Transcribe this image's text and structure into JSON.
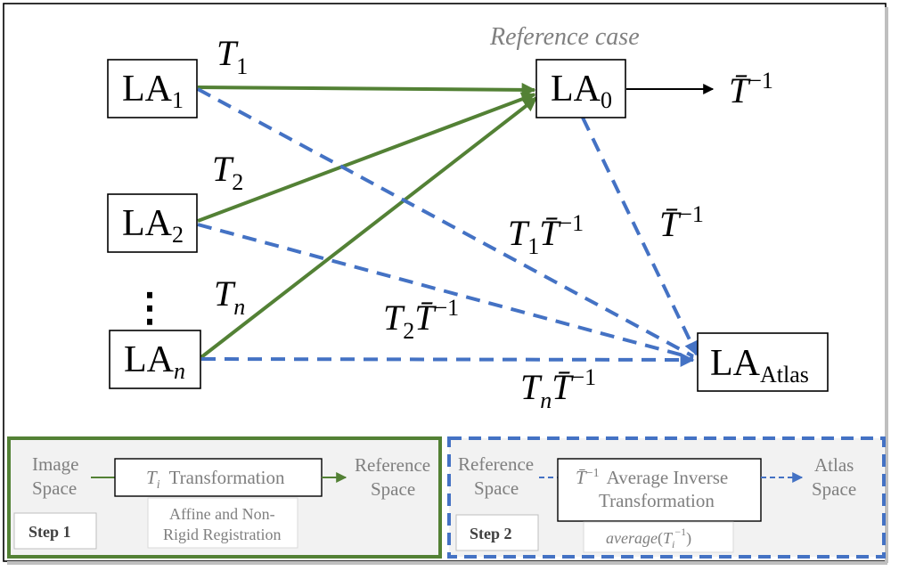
{
  "diagram": {
    "reference_label": "Reference case",
    "nodes": {
      "la1": {
        "base": "LA",
        "sub": "1"
      },
      "la2": {
        "base": "LA",
        "sub": "2"
      },
      "lan": {
        "base": "LA",
        "sub": "n"
      },
      "la0": {
        "base": "LA",
        "sub": "0"
      },
      "atlas": {
        "base": "LA",
        "sub": "Atlas"
      }
    },
    "vdots": "⋮",
    "edges": {
      "t1": {
        "base": "T",
        "sub": "1"
      },
      "t2": {
        "base": "T",
        "sub": "2"
      },
      "tn": {
        "base": "T",
        "sub": "n"
      },
      "t1inv": {
        "base": "T",
        "sub": "1",
        "mid": "T̄",
        "sup": "−1"
      },
      "t2inv": {
        "base": "T",
        "sub": "2",
        "mid": "T̄",
        "sup": "−1"
      },
      "tninv": {
        "base": "T",
        "sub": "n",
        "mid": "T̄",
        "sup": "−1"
      },
      "tbar_inv": {
        "base": "T̄",
        "sup": "−1"
      },
      "tbar_inv_out": {
        "base": "T̄",
        "sup": "−1"
      }
    }
  },
  "step1": {
    "from_line1": "Image",
    "from_line2": "Space",
    "box_symbol": "T",
    "box_symbol_sub": "i",
    "box_label": "Transformation",
    "to_line1": "Reference",
    "to_line2": "Space",
    "note_line1": "Affine and Non-",
    "note_line2": "Rigid Registration",
    "step_label": "Step 1"
  },
  "step2": {
    "from_line1": "Reference",
    "from_line2": "Space",
    "box_symbol": "T̄",
    "box_symbol_sup": "−1",
    "box_line1": "Average Inverse",
    "box_line2": "Transformation",
    "to_line1": "Atlas",
    "to_line2": "Space",
    "note_func": "average",
    "note_base": "T",
    "note_sub": "i",
    "note_sup": "−1",
    "step_label": "Step 2"
  },
  "colors": {
    "green": "#538135",
    "blue": "#4472c4",
    "panel_bg": "#f2f2f2",
    "gray_text": "#7f7f7f"
  }
}
